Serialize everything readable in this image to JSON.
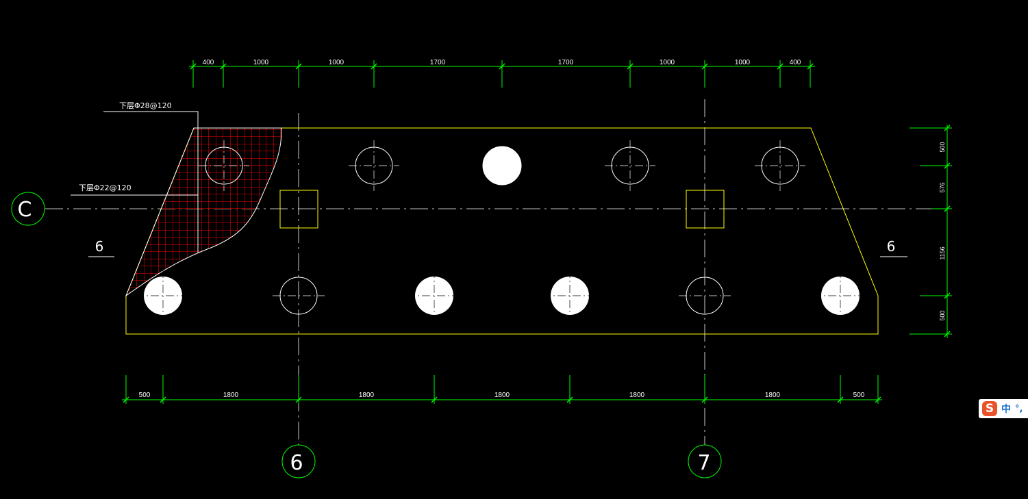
{
  "drawing": {
    "top_dimensions": [
      "400",
      "1000",
      "1000",
      "1700",
      "1700",
      "1000",
      "1000",
      "400"
    ],
    "bottom_dimensions": [
      "500",
      "1800",
      "1800",
      "1800",
      "1800",
      "1800",
      "500"
    ],
    "right_dimensions": [
      "500",
      "576",
      "1156",
      "500"
    ],
    "rebar_labels": {
      "top_bar": "下层Φ28@120",
      "bottom_bar": "下层Φ22@120"
    },
    "section_marks": {
      "left": "6",
      "right": "6"
    },
    "axis_labels": {
      "row_c": "C",
      "col_6": "6",
      "col_7": "7"
    },
    "colors": {
      "dimension": "#00ff00",
      "outline": "#ffff00",
      "hatch": "#ff0000",
      "pile": "#ffffff",
      "background": "#000000"
    }
  },
  "ime_toolbar": {
    "logo": "S",
    "lang": "中",
    "punct": "°,"
  }
}
